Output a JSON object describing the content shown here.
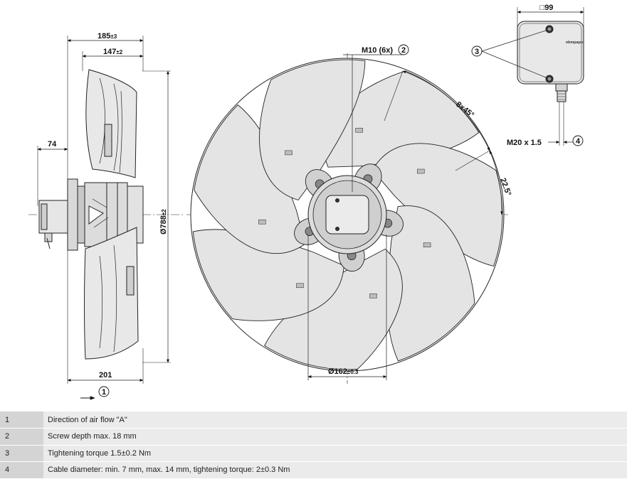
{
  "dimensions": {
    "overall_depth": "185",
    "overall_depth_tol": "±3",
    "inner_depth": "147",
    "inner_depth_tol": "±2",
    "motor_depth": "74",
    "base_depth": "201",
    "diameter": "Ø788",
    "diameter_tol": "±2",
    "hub_diameter": "Ø162",
    "hub_diameter_tol": "±0.3",
    "screw": "M10 (6x)",
    "angle_pattern": "8x45°",
    "angle_offset": "22.5°",
    "box_width": "□99",
    "gland": "M20 x 1.5"
  },
  "callouts": {
    "c1": "1",
    "c2": "2",
    "c3": "3",
    "c4": "4"
  },
  "brand": "ebmpapst",
  "legend": [
    {
      "num": "1",
      "text": "Direction of air flow \"A\""
    },
    {
      "num": "2",
      "text": "Screw depth max. 18 mm"
    },
    {
      "num": "3",
      "text": "Tightening torque 1.5±0.2 Nm"
    },
    {
      "num": "4",
      "text": "Cable diameter: min. 7 mm, max. 14 mm, tightening torque: 2±0.3 Nm"
    }
  ]
}
